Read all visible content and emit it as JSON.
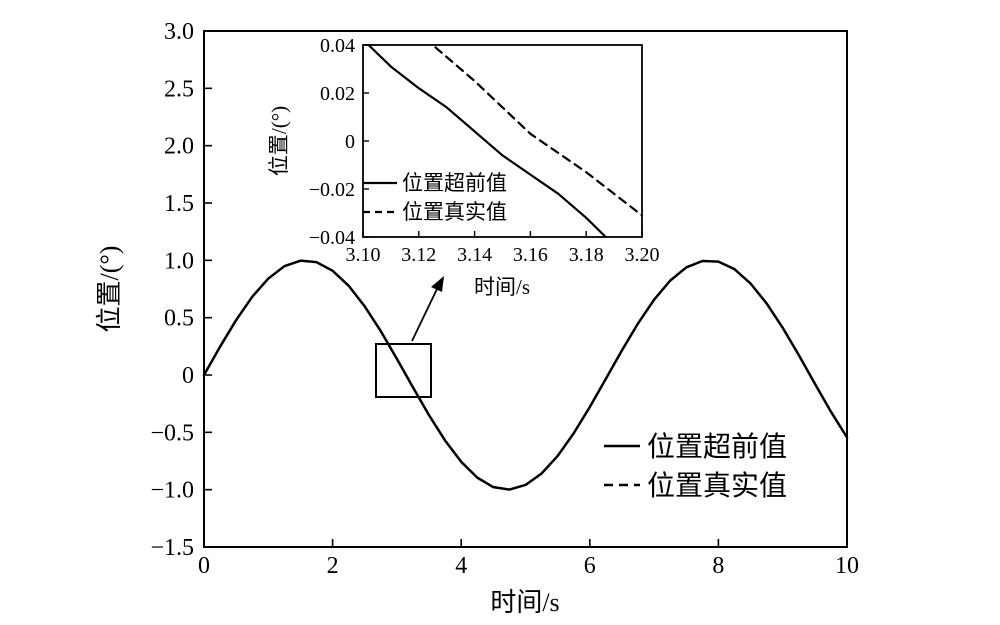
{
  "chart_data": [
    {
      "type": "line",
      "xlabel": "时间/s",
      "ylabel": "位置/(°)",
      "xlim": [
        0,
        10
      ],
      "ylim": [
        -1.5,
        3.0
      ],
      "x_ticks": [
        "0",
        "2",
        "4",
        "6",
        "8",
        "10"
      ],
      "y_ticks": [
        "3.0",
        "2.5",
        "2.0",
        "1.5",
        "1.0",
        "0.5",
        "0",
        "−0.5",
        "−1.0",
        "−1.5"
      ],
      "legend_position": "lower-right",
      "grid": false,
      "series": [
        {
          "name": "位置超前值",
          "style": "solid",
          "x": [
            0,
            0.25,
            0.5,
            0.75,
            1.0,
            1.25,
            1.5,
            1.75,
            2.0,
            2.25,
            2.5,
            2.75,
            3.0,
            3.25,
            3.5,
            3.75,
            4.0,
            4.25,
            4.5,
            4.75,
            5.0,
            5.25,
            5.5,
            5.75,
            6.0,
            6.25,
            6.5,
            6.75,
            7.0,
            7.25,
            7.5,
            7.75,
            8.0,
            8.25,
            8.5,
            8.75,
            9.0,
            9.25,
            9.5,
            9.75,
            10.0
          ],
          "y": [
            0,
            0.247,
            0.479,
            0.682,
            0.841,
            0.949,
            0.997,
            0.984,
            0.909,
            0.778,
            0.598,
            0.382,
            0.141,
            -0.108,
            -0.351,
            -0.572,
            -0.757,
            -0.895,
            -0.978,
            -0.999,
            -0.959,
            -0.859,
            -0.706,
            -0.508,
            -0.279,
            -0.033,
            0.215,
            0.45,
            0.657,
            0.823,
            0.938,
            0.994,
            0.989,
            0.923,
            0.798,
            0.624,
            0.412,
            0.174,
            -0.075,
            -0.32,
            -0.544
          ]
        },
        {
          "name": "位置真实值",
          "style": "dashed",
          "x": [],
          "y": []
        }
      ],
      "annotations": [
        "zoom box around x≈2.7–3.5, y≈−0.2–0.27 with arrow to inset"
      ]
    },
    {
      "type": "line",
      "xlabel": "时间/s",
      "ylabel": "位置/(°)",
      "xlim": [
        3.1,
        3.2
      ],
      "ylim": [
        -0.04,
        0.04
      ],
      "x_ticks": [
        "3.10",
        "3.12",
        "3.14",
        "3.16",
        "3.18",
        "3.20"
      ],
      "y_ticks": [
        "0.04",
        "0.02",
        "0",
        "−0.02",
        "−0.04"
      ],
      "legend_position": "lower-left",
      "series": [
        {
          "name": "位置超前值",
          "style": "solid",
          "x": [
            3.102,
            3.11,
            3.12,
            3.13,
            3.14,
            3.15,
            3.16,
            3.17,
            3.18,
            3.187
          ],
          "y": [
            0.04,
            0.031,
            0.022,
            0.014,
            0.004,
            -0.006,
            -0.014,
            -0.022,
            -0.032,
            -0.04
          ]
        },
        {
          "name": "位置真实值",
          "style": "dashed",
          "x": [
            3.126,
            3.13,
            3.14,
            3.15,
            3.16,
            3.17,
            3.18,
            3.19,
            3.2
          ],
          "y": [
            0.039,
            0.035,
            0.025,
            0.014,
            0.003,
            -0.005,
            -0.013,
            -0.022,
            -0.031
          ]
        }
      ]
    }
  ]
}
